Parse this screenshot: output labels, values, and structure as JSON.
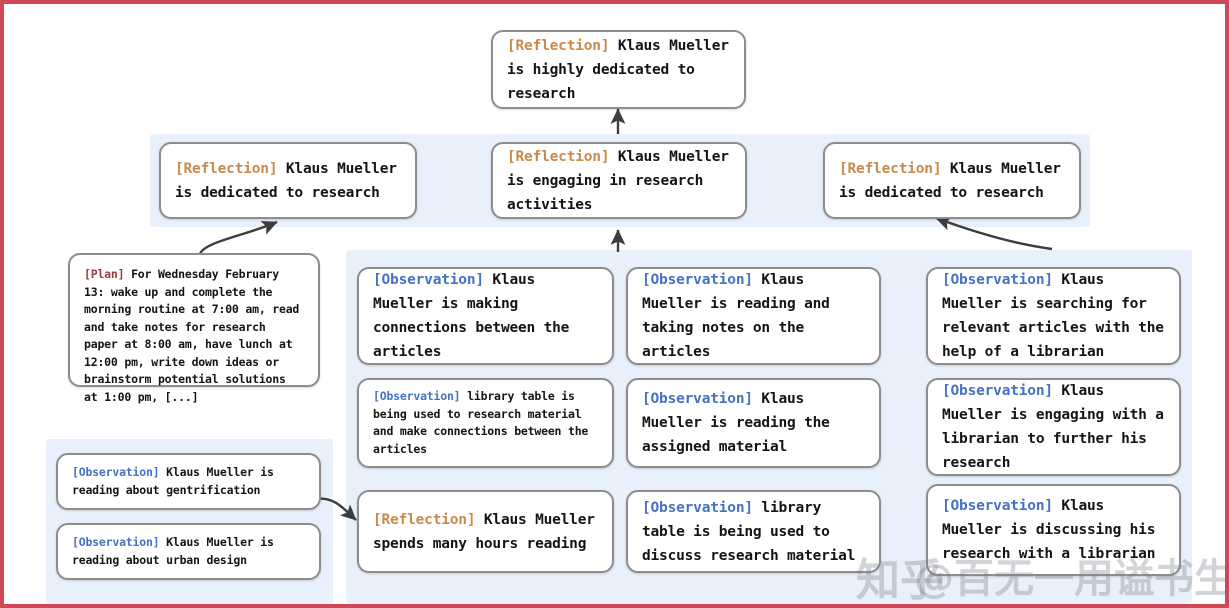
{
  "figure": {
    "border_color": "#cf4856",
    "panel_color": "#e8f0fb",
    "node_border_color": "#8d8d8d",
    "tag_colors": {
      "reflection": "#c98a4b",
      "observation": "#4472c4",
      "plan": "#9e3b3b"
    }
  },
  "tags": {
    "reflection": "[Reflection]",
    "observation": "[Observation]",
    "plan": "[Plan]"
  },
  "top_reflection": {
    "tag": "[Reflection]",
    "text": " Klaus Mueller is highly dedicated to research"
  },
  "reflection_row": [
    {
      "tag": "[Reflection]",
      "text": " Klaus Mueller is dedicated to research"
    },
    {
      "tag": "[Reflection]",
      "text": " Klaus Mueller is engaging in research activities"
    },
    {
      "tag": "[Reflection]",
      "text": " Klaus Mueller is dedicated to research"
    }
  ],
  "plan_node": {
    "tag": "[Plan]",
    "text": " For Wednesday February 13: wake up and complete the morning routine at 7:00 am, read and take notes for research paper at 8:00 am, have lunch at 12:00 pm, write down ideas or brainstorm potential solutions at 1:00 pm, [...]"
  },
  "left_observations": [
    {
      "tag": "[Observation]",
      "text": " Klaus Mueller is reading about gentrification"
    },
    {
      "tag": "[Observation]",
      "text": " Klaus Mueller is reading about urban design"
    }
  ],
  "middle_column": [
    {
      "tag": "[Observation]",
      "text": " Klaus Mueller is making connections between the articles"
    },
    {
      "tag": "[Observation]",
      "text": " library table is being used to research material and make connections between the articles"
    },
    {
      "tag": "[Reflection]",
      "text": " Klaus Mueller spends many hours reading"
    }
  ],
  "center_column": [
    {
      "tag": "[Observation]",
      "text": " Klaus Mueller is reading and taking notes on the articles"
    },
    {
      "tag": "[Observation]",
      "text": " Klaus Mueller is reading the assigned material"
    },
    {
      "tag": "[Observation]",
      "text": " library table is being used to discuss research material"
    }
  ],
  "right_column": [
    {
      "tag": "[Observation]",
      "text": " Klaus Mueller is searching for relevant articles with the help of a librarian"
    },
    {
      "tag": "[Observation]",
      "text": " Klaus Mueller is engaging with a librarian to further his research"
    },
    {
      "tag": "[Observation]",
      "text": " Klaus Mueller is discussing his research with a librarian"
    }
  ],
  "watermark": {
    "zhihu": "知乎",
    "handle": "@百无一用谥书生"
  }
}
